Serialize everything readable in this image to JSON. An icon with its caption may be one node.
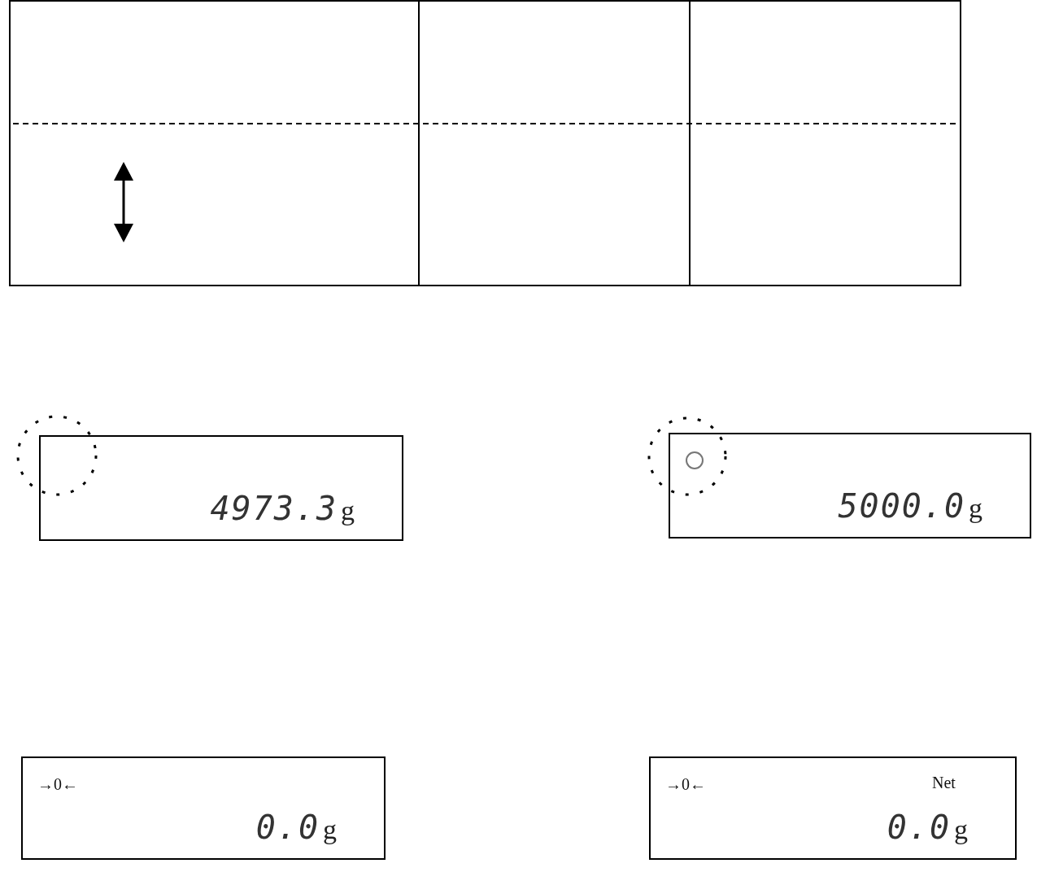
{
  "diagram": {
    "nodes": [
      {
        "text": [
          "4973.3",
          "g"
        ]
      },
      {
        "text": [
          "5000.0",
          "g"
        ]
      },
      {
        "text": [
          "→0←",
          "0.0",
          "g"
        ]
      },
      {
        "text": [
          "→0←",
          "Net",
          "0.0",
          "g"
        ]
      }
    ]
  }
}
